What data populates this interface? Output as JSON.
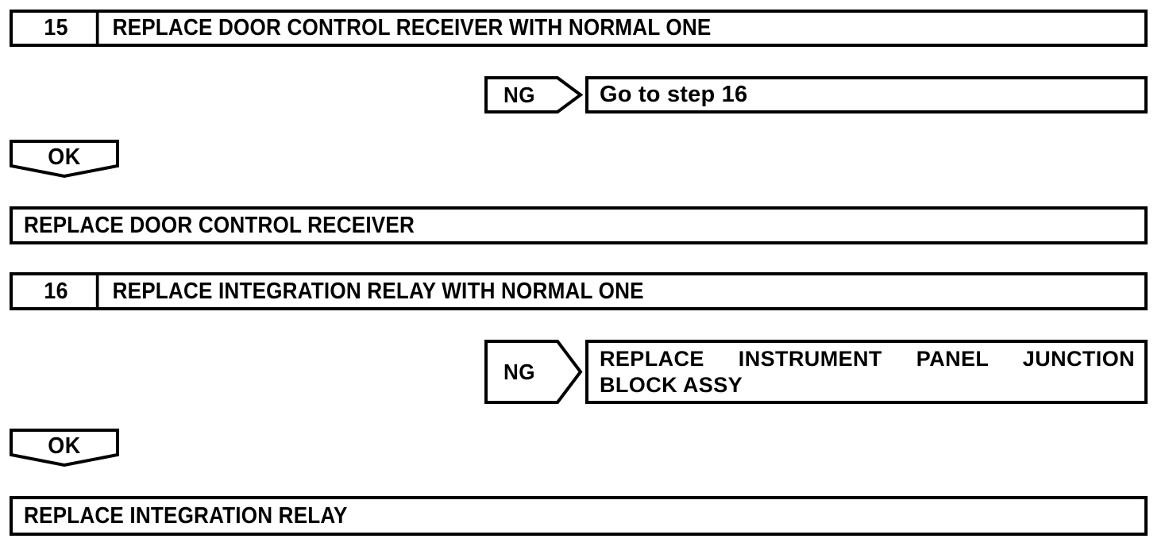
{
  "diagram": {
    "type": "troubleshooting-flowchart",
    "background_color": "#ffffff",
    "line_color": "#000000",
    "steps": [
      {
        "number": "15",
        "instruction": "REPLACE DOOR CONTROL RECEIVER WITH NORMAL ONE",
        "ng_label": "NG",
        "ng_result": "Go to step 16",
        "ok_label": "OK",
        "ok_result": "REPLACE DOOR CONTROL RECEIVER"
      },
      {
        "number": "16",
        "instruction": "REPLACE INTEGRATION RELAY WITH NORMAL ONE",
        "ng_label": "NG",
        "ng_result_line1": "REPLACE INSTRUMENT PANEL JUNCTION",
        "ng_result_line2": "BLOCK ASSY",
        "ok_label": "OK",
        "ok_result": "REPLACE INTEGRATION RELAY"
      }
    ]
  }
}
